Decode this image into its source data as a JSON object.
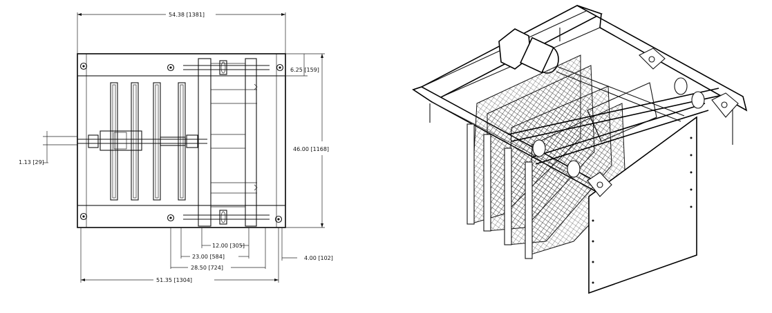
{
  "plan_view": {
    "dimensions": {
      "overall_width": "54.38 [1381]",
      "top_offset": "6.25 [159]",
      "overall_height": "46.00 [1168]",
      "shaft_offset": "1.13 [29]",
      "spacing_a": "12.00 [305]",
      "spacing_b": "23.00 [584]",
      "spacing_c": "28.50 [724]",
      "end_margin": "4.00 [102]",
      "bolt_span": "51.35 [1304]"
    }
  },
  "iso_view": {
    "description_icons": [
      "frame-icon",
      "motor-icon",
      "mesh-screen-icon"
    ]
  }
}
